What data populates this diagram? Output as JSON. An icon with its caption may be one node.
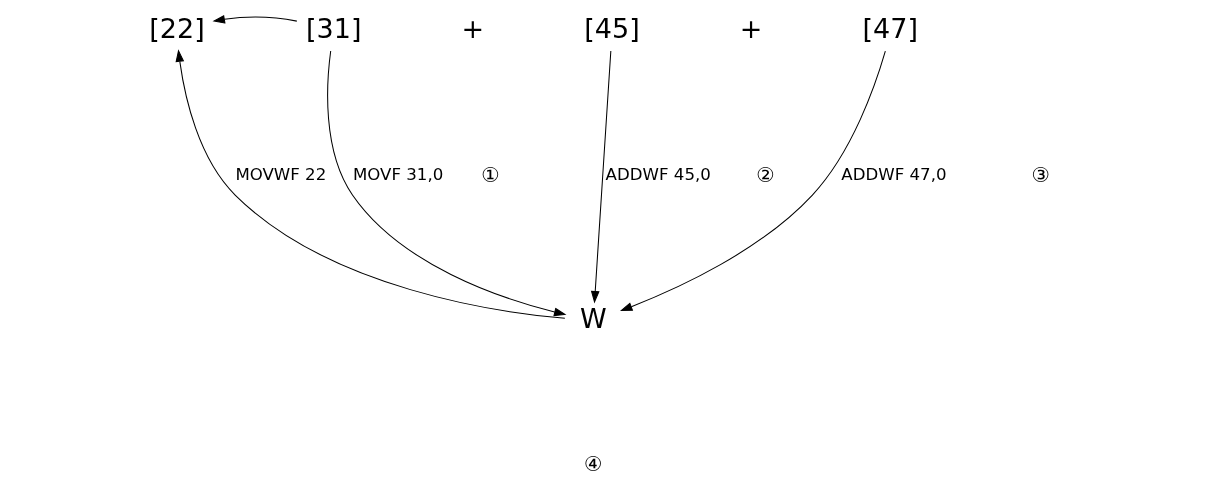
{
  "diagram": {
    "nodes": [
      {
        "text": [
          "[22]"
        ]
      },
      {
        "text": [
          "[31]"
        ]
      },
      {
        "text": [
          "[45]"
        ]
      },
      {
        "text": [
          "[47]"
        ]
      },
      {
        "text": [
          "W"
        ]
      }
    ],
    "edges": [
      {
        "from": 1,
        "to": 0,
        "arrow": "to"
      },
      {
        "from": 1,
        "to": 4,
        "arrow": "to",
        "label": "MOVF 31,0"
      },
      {
        "from": 2,
        "to": 4,
        "arrow": "to",
        "label": "ADDWF 45,0"
      },
      {
        "from": 3,
        "to": 4,
        "arrow": "to",
        "label": "ADDWF 47,0"
      },
      {
        "from": 4,
        "to": 0,
        "arrow": "to",
        "label": "MOVWF 22"
      }
    ],
    "labels": [
      "+",
      "+",
      "①",
      "②",
      "③",
      "④"
    ]
  }
}
